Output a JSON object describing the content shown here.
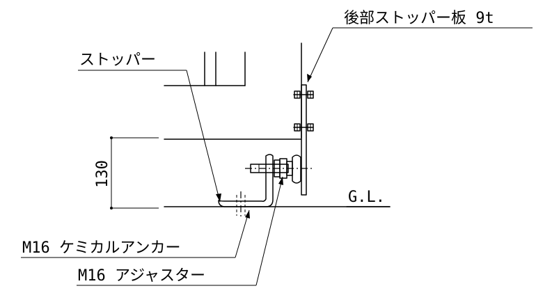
{
  "labels": {
    "rear_stopper": "後部ストッパー板 9t",
    "stopper": "ストッパー",
    "dimension": "130",
    "ground_line": "G.L.",
    "anchor": "M16 ケミカルアンカー",
    "adjuster": "M16 アジャスター"
  }
}
